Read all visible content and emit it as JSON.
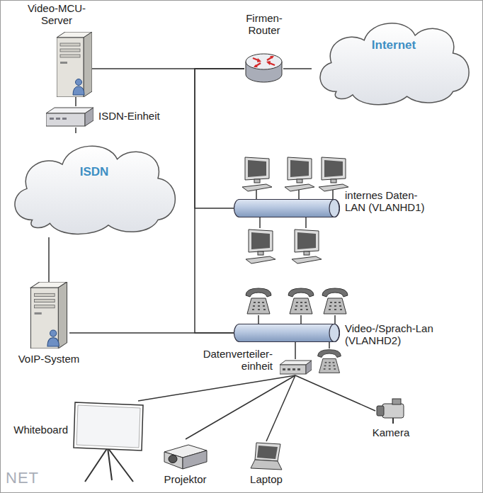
{
  "diagram": {
    "nodes": [
      {
        "text": [
          "Video-MCU- Server"
        ]
      },
      {
        "text": [
          "Firmen- Router"
        ]
      },
      {
        "text": [
          "Internet"
        ]
      },
      {
        "text": [
          "ISDN-Einheit"
        ]
      },
      {
        "text": [
          "ISDN"
        ]
      },
      {
        "text": [
          "internes Daten- LAN (VLANHD1)"
        ]
      },
      {
        "text": [
          "VoIP-System"
        ]
      },
      {
        "text": [
          "Video-/Sprach-Lan (VLANHD2)"
        ]
      },
      {
        "text": [
          "Datenverteiler- einheit"
        ]
      },
      {
        "text": [
          "Whiteboard"
        ]
      },
      {
        "text": [
          "Projektor"
        ]
      },
      {
        "text": [
          "Laptop"
        ]
      },
      {
        "text": [
          "Kamera"
        ]
      }
    ],
    "edges": [
      {
        "from": 0,
        "to": 1,
        "arrow": "none"
      },
      {
        "from": 1,
        "to": 2,
        "arrow": "none"
      },
      {
        "from": 0,
        "to": 3,
        "arrow": "none"
      },
      {
        "from": 3,
        "to": 4,
        "arrow": "none"
      },
      {
        "from": 4,
        "to": 6,
        "arrow": "none"
      },
      {
        "from": 1,
        "to": 5,
        "arrow": "none"
      },
      {
        "from": 1,
        "to": 7,
        "arrow": "none"
      },
      {
        "from": 6,
        "to": 7,
        "arrow": "none"
      },
      {
        "from": 7,
        "to": 8,
        "arrow": "none"
      },
      {
        "from": 8,
        "to": 9,
        "arrow": "none"
      },
      {
        "from": 8,
        "to": 10,
        "arrow": "none"
      },
      {
        "from": 8,
        "to": 11,
        "arrow": "none"
      },
      {
        "from": 8,
        "to": 12,
        "arrow": "none"
      }
    ],
    "labels": [
      "NET"
    ]
  }
}
